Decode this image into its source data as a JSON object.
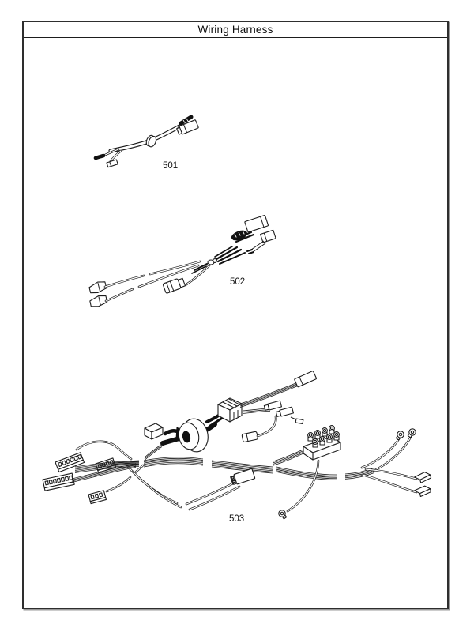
{
  "page": {
    "title": "Wiring Harness"
  },
  "parts": [
    {
      "label": "501"
    },
    {
      "label": "502"
    },
    {
      "label": "503"
    }
  ],
  "colors": {
    "ink": "#1c1c1c",
    "background": "#ffffff",
    "frame_border": "#2e2e2e"
  }
}
